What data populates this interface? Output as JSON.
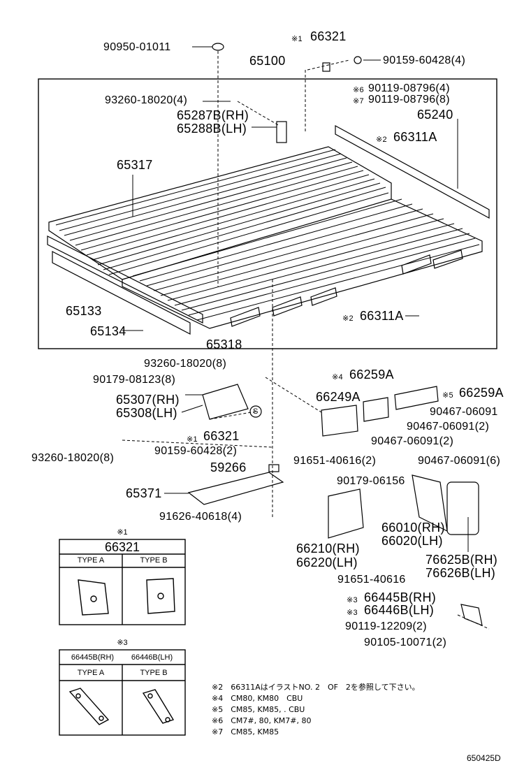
{
  "labels": {
    "p90950": "90950-01011",
    "p66321_top_mark": "※1",
    "p66321_top": "66321",
    "p90159_top": "90159-60428(4)",
    "p65100": "65100",
    "p93260_top": "93260-18020(4)",
    "p90119_a_mark": "※6",
    "p90119_a": "90119-08796(4)",
    "p90119_b_mark": "※7",
    "p90119_b": "90119-08796(8)",
    "p65287": "65287B(RH)",
    "p65288": "65288B(LH)",
    "p65240": "65240",
    "p66311_top_mark": "※2",
    "p66311_top": "66311A",
    "p65317": "65317",
    "p65133": "65133",
    "p66311_bot_mark": "※2",
    "p66311_bot": "66311A",
    "p65134": "65134",
    "p65318": "65318",
    "p93260_mid": "93260-18020(8)",
    "p90179_08123": "90179-08123(8)",
    "p66259_a_mark": "※4",
    "p66259_a": "66259A",
    "p66249": "66249A",
    "p66259_b_mark": "※5",
    "p66259_b": "66259A",
    "p65307": "65307(RH)",
    "p65308": "65308(LH)",
    "p90467_1": "90467-06091",
    "p90467_2": "90467-06091(2)",
    "p66321_mid_mark": "※1",
    "p66321_mid": "66321",
    "p90467_3": "90467-06091(2)",
    "p90159_mid": "90159-60428(2)",
    "p93260_low": "93260-18020(8)",
    "p59266": "59266",
    "p91651_a": "91651-40616(2)",
    "p90467_4": "90467-06091(6)",
    "p90179_06156": "90179-06156",
    "p65371": "65371",
    "p91626": "91626-40618(4)",
    "p66010": "66010(RH)",
    "p66020": "66020(LH)",
    "p66210": "66210(RH)",
    "p66220": "66220(LH)",
    "p76625": "76625B(RH)",
    "p76626": "76626B(LH)",
    "p91651_b": "91651-40616",
    "p66445_mark": "※3",
    "p66445": "66445B(RH)",
    "p66446_mark": "※3",
    "p66446": "66446B(LH)",
    "p90119_12209": "90119-12209(2)",
    "p90105": "90105-10071(2)",
    "s_marker": "S"
  },
  "table1": {
    "mark": "※1",
    "part": "66321",
    "type_a": "TYPE A",
    "type_b": "TYPE B"
  },
  "table3": {
    "mark": "※3",
    "part_rh": "66445B(RH)",
    "part_lh": "66446B(LH)",
    "type_a": "TYPE A",
    "type_b": "TYPE B"
  },
  "notes": [
    "※2　66311AはイラストNO. 2　OF　2を参照して下さい。",
    "※4　CM80, KM80　CBU",
    "※5　CM85, KM85, . CBU",
    "※6　CM7#, 80, KM7#, 80",
    "※7　CM85, KM85"
  ],
  "diagram_code": "650425D"
}
